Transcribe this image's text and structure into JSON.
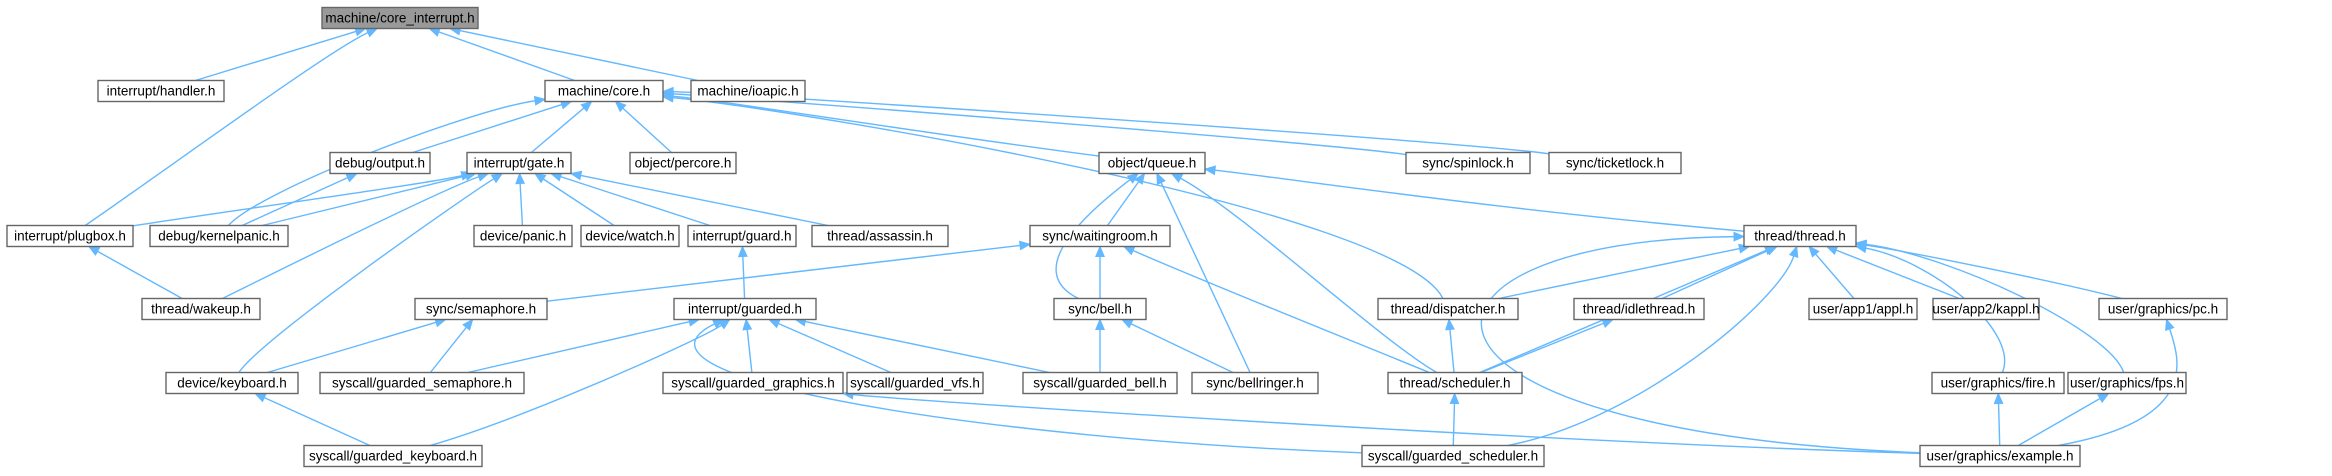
{
  "graph": {
    "root": "machine/core_interrupt.h",
    "edge_color": "#63b8ff",
    "node_border_color": "#666666",
    "root_fill_color": "#999999",
    "nodes": {
      "n0": "machine/core_interrupt.h",
      "n1": "interrupt/handler.h",
      "n2": "machine/core.h",
      "n3": "machine/ioapic.h",
      "n4": "debug/output.h",
      "n5": "interrupt/gate.h",
      "n6": "object/percore.h",
      "n7": "object/queue.h",
      "n8": "sync/spinlock.h",
      "n9": "sync/ticketlock.h",
      "n10": "interrupt/plugbox.h",
      "n11": "debug/kernelpanic.h",
      "n12": "device/panic.h",
      "n13": "device/watch.h",
      "n14": "interrupt/guard.h",
      "n15": "thread/assassin.h",
      "n16": "sync/waitingroom.h",
      "n17": "thread/thread.h",
      "n18": "thread/wakeup.h",
      "n19": "sync/semaphore.h",
      "n20": "interrupt/guarded.h",
      "n21": "sync/bell.h",
      "n22": "thread/dispatcher.h",
      "n23": "thread/idlethread.h",
      "n24": "user/app1/appl.h",
      "n25": "user/app2/kappl.h",
      "n26": "user/graphics/pc.h",
      "n27": "device/keyboard.h",
      "n28": "syscall/guarded_semaphore.h",
      "n29": "syscall/guarded_graphics.h",
      "n30": "syscall/guarded_vfs.h",
      "n31": "syscall/guarded_bell.h",
      "n32": "sync/bellringer.h",
      "n33": "thread/scheduler.h",
      "n34": "user/graphics/fire.h",
      "n35": "user/graphics/fps.h",
      "n36": "syscall/guarded_keyboard.h",
      "n37": "syscall/guarded_scheduler.h",
      "n38": "user/graphics/example.h"
    },
    "edges": [
      [
        "n1",
        "n0"
      ],
      [
        "n2",
        "n0"
      ],
      [
        "n3",
        "n0"
      ],
      [
        "n10",
        "n0"
      ],
      [
        "n4",
        "n2"
      ],
      [
        "n5",
        "n2"
      ],
      [
        "n6",
        "n2"
      ],
      [
        "n7",
        "n2"
      ],
      [
        "n8",
        "n2"
      ],
      [
        "n9",
        "n2"
      ],
      [
        "n11",
        "n2"
      ],
      [
        "n22",
        "n2"
      ],
      [
        "n11",
        "n4"
      ],
      [
        "n10",
        "n5"
      ],
      [
        "n11",
        "n5"
      ],
      [
        "n12",
        "n5"
      ],
      [
        "n13",
        "n5"
      ],
      [
        "n14",
        "n5"
      ],
      [
        "n15",
        "n5"
      ],
      [
        "n18",
        "n5"
      ],
      [
        "n27",
        "n5"
      ],
      [
        "n16",
        "n7"
      ],
      [
        "n17",
        "n7"
      ],
      [
        "n21",
        "n7"
      ],
      [
        "n32",
        "n7"
      ],
      [
        "n33",
        "n7"
      ],
      [
        "n18",
        "n10"
      ],
      [
        "n20",
        "n14"
      ],
      [
        "n19",
        "n16"
      ],
      [
        "n21",
        "n16"
      ],
      [
        "n33",
        "n16"
      ],
      [
        "n22",
        "n17"
      ],
      [
        "n23",
        "n17"
      ],
      [
        "n24",
        "n17"
      ],
      [
        "n25",
        "n17"
      ],
      [
        "n26",
        "n17"
      ],
      [
        "n33",
        "n17"
      ],
      [
        "n34",
        "n17"
      ],
      [
        "n35",
        "n17"
      ],
      [
        "n37",
        "n17"
      ],
      [
        "n38",
        "n17"
      ],
      [
        "n27",
        "n19"
      ],
      [
        "n28",
        "n19"
      ],
      [
        "n28",
        "n20"
      ],
      [
        "n29",
        "n20"
      ],
      [
        "n30",
        "n20"
      ],
      [
        "n31",
        "n20"
      ],
      [
        "n36",
        "n20"
      ],
      [
        "n37",
        "n20"
      ],
      [
        "n31",
        "n21"
      ],
      [
        "n32",
        "n21"
      ],
      [
        "n33",
        "n22"
      ],
      [
        "n33",
        "n23"
      ],
      [
        "n38",
        "n26"
      ],
      [
        "n36",
        "n27"
      ],
      [
        "n38",
        "n29"
      ],
      [
        "n37",
        "n33"
      ],
      [
        "n38",
        "n34"
      ],
      [
        "n38",
        "n35"
      ]
    ]
  }
}
